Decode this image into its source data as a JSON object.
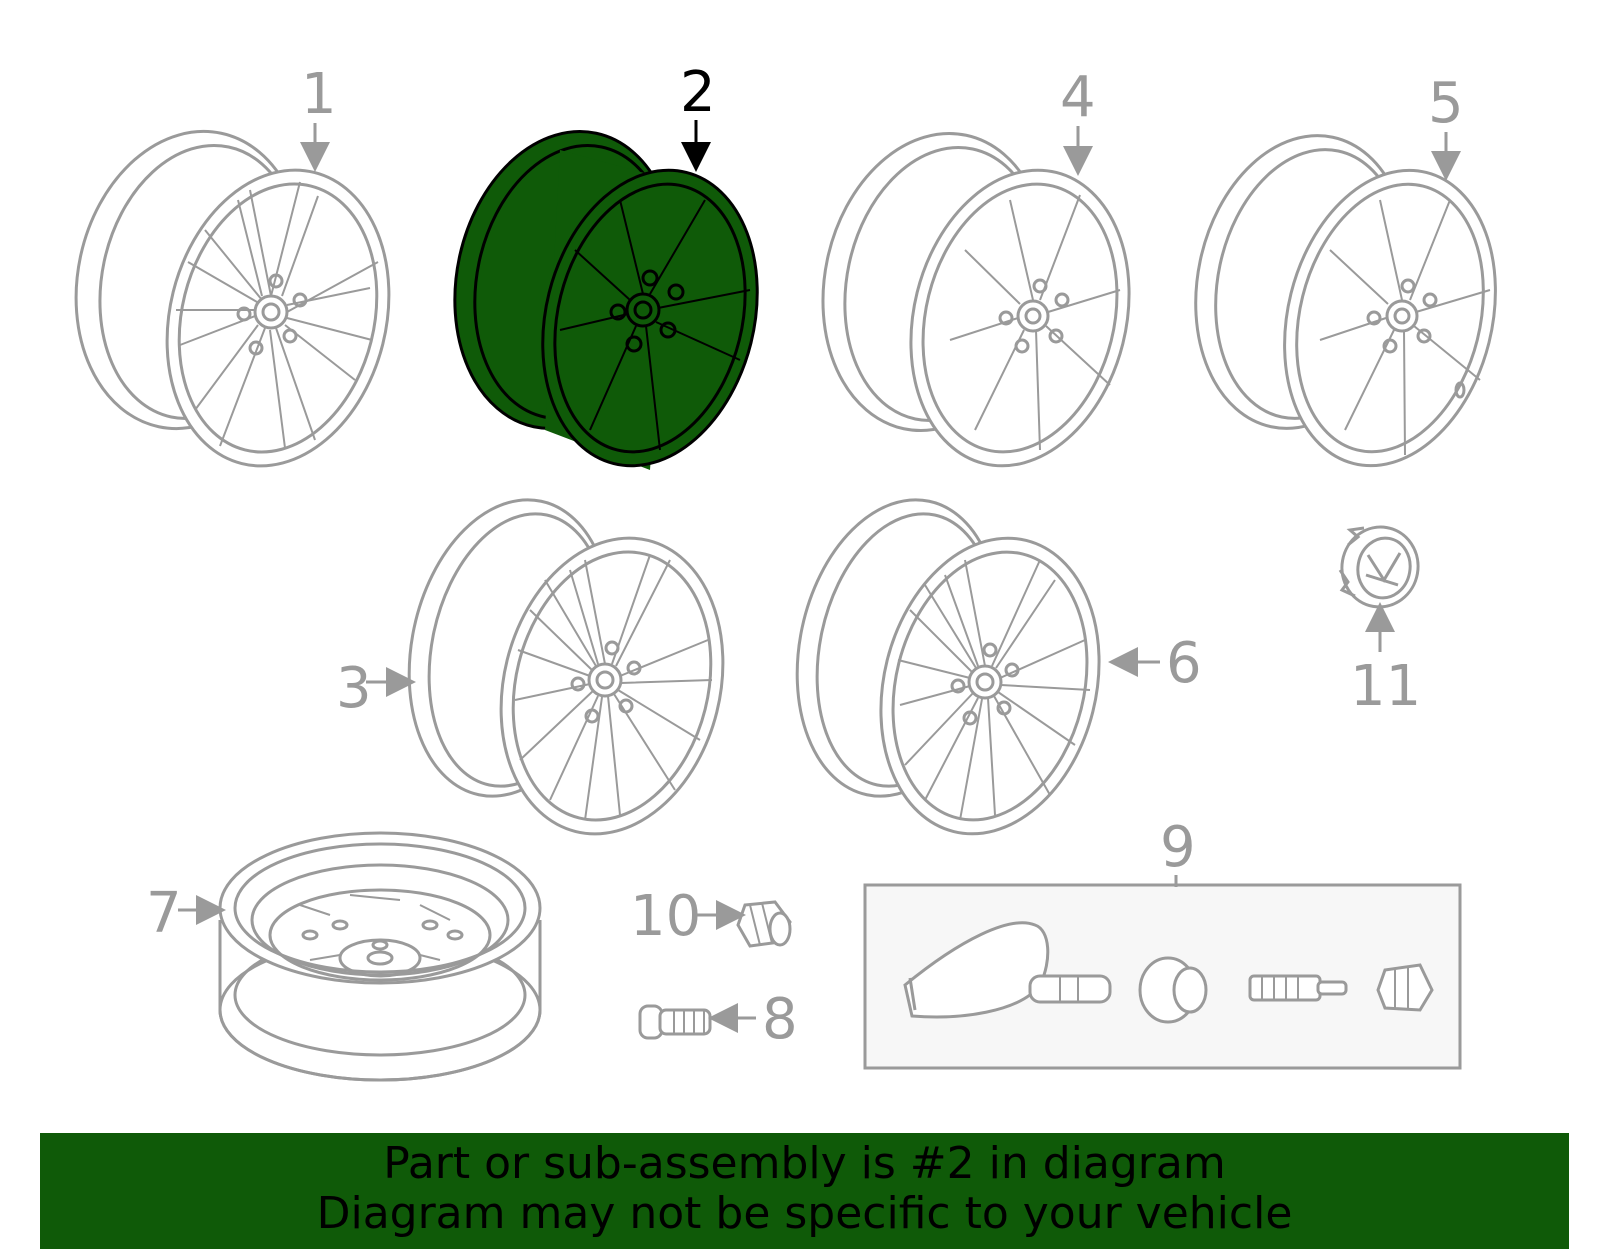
{
  "colors": {
    "highlight": "#0f5a08",
    "line": "#9a9a9a",
    "active_line": "#000000",
    "banner_bg": "#0f5a08"
  },
  "callouts": {
    "c1": "1",
    "c2": "2",
    "c3": "3",
    "c4": "4",
    "c5": "5",
    "c6": "6",
    "c7": "7",
    "c8": "8",
    "c9": "9",
    "c10": "10",
    "c11": "11"
  },
  "highlighted_part": "2",
  "banner": {
    "line1": "Part or sub-assembly is #2 in diagram",
    "line2": "Diagram may not be specific to your vehicle"
  }
}
